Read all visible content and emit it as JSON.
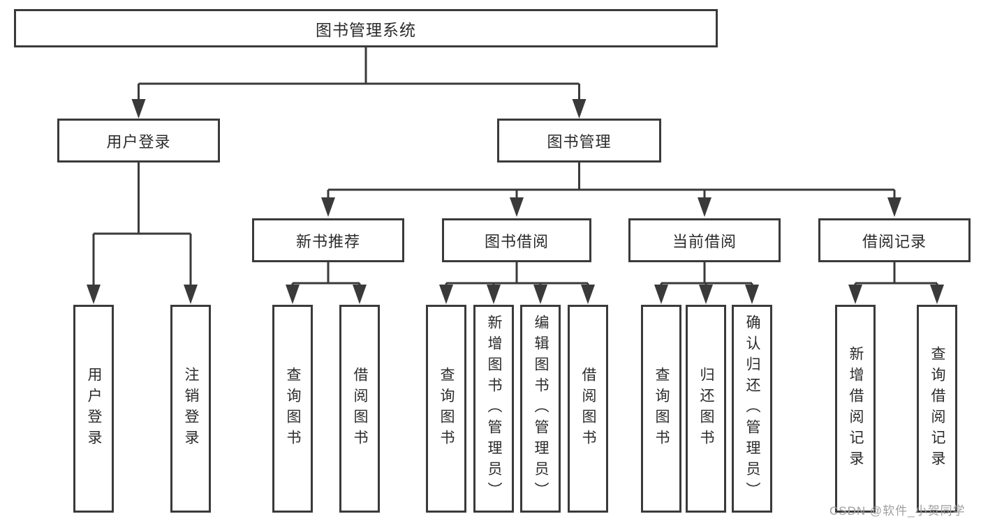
{
  "colors": {
    "line": "#3a3a3a",
    "text": "#2b2b2b",
    "watermark": "#9e9e9e",
    "background": "#ffffff"
  },
  "tree": {
    "label": "图书管理系统",
    "children": [
      {
        "label": "用户登录",
        "children": [
          {
            "label": "用户登录"
          },
          {
            "label": "注销登录"
          }
        ]
      },
      {
        "label": "图书管理",
        "children": [
          {
            "label": "新书推荐",
            "children": [
              {
                "label": "查询图书"
              },
              {
                "label": "借阅图书"
              }
            ]
          },
          {
            "label": "图书借阅",
            "children": [
              {
                "label": "查询图书"
              },
              {
                "label": "新增图书（管理员）"
              },
              {
                "label": "编辑图书（管理员）"
              },
              {
                "label": "借阅图书"
              }
            ]
          },
          {
            "label": "当前借阅",
            "children": [
              {
                "label": "查询图书"
              },
              {
                "label": "归还图书"
              },
              {
                "label": "确认归还（管理员）"
              }
            ]
          },
          {
            "label": "借阅记录",
            "children": [
              {
                "label": "新增借阅记录"
              },
              {
                "label": "查询借阅记录"
              }
            ]
          }
        ]
      }
    ]
  },
  "watermark": {
    "text": "CSDN @软件_小贺同学"
  }
}
